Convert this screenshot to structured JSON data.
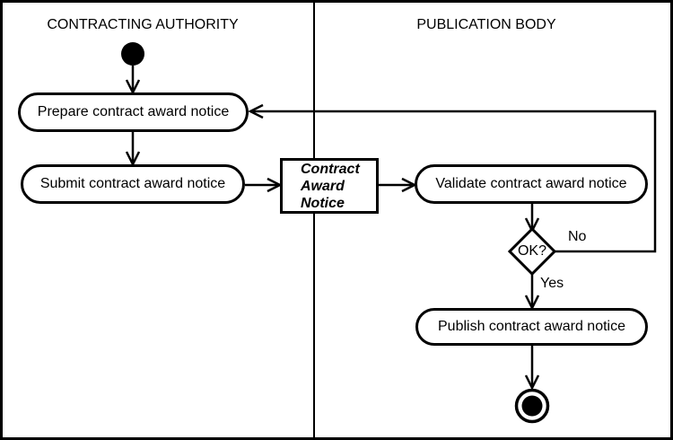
{
  "lanes": {
    "left": {
      "title": "CONTRACTING AUTHORITY"
    },
    "right": {
      "title": "PUBLICATION BODY"
    }
  },
  "activities": {
    "prepare": {
      "label": "Prepare contract award notice"
    },
    "submit": {
      "label": "Submit contract award notice"
    },
    "validate": {
      "label": "Validate contract award notice"
    },
    "publish": {
      "label": "Publish contract award notice"
    }
  },
  "object_node": {
    "lines": [
      "Contract",
      "Award",
      "Notice"
    ]
  },
  "decision": {
    "label": "OK?",
    "no_label": "No",
    "yes_label": "Yes"
  },
  "colors": {
    "line": "#000000",
    "node_fill": "#ffffff",
    "background": "#ffffff"
  }
}
